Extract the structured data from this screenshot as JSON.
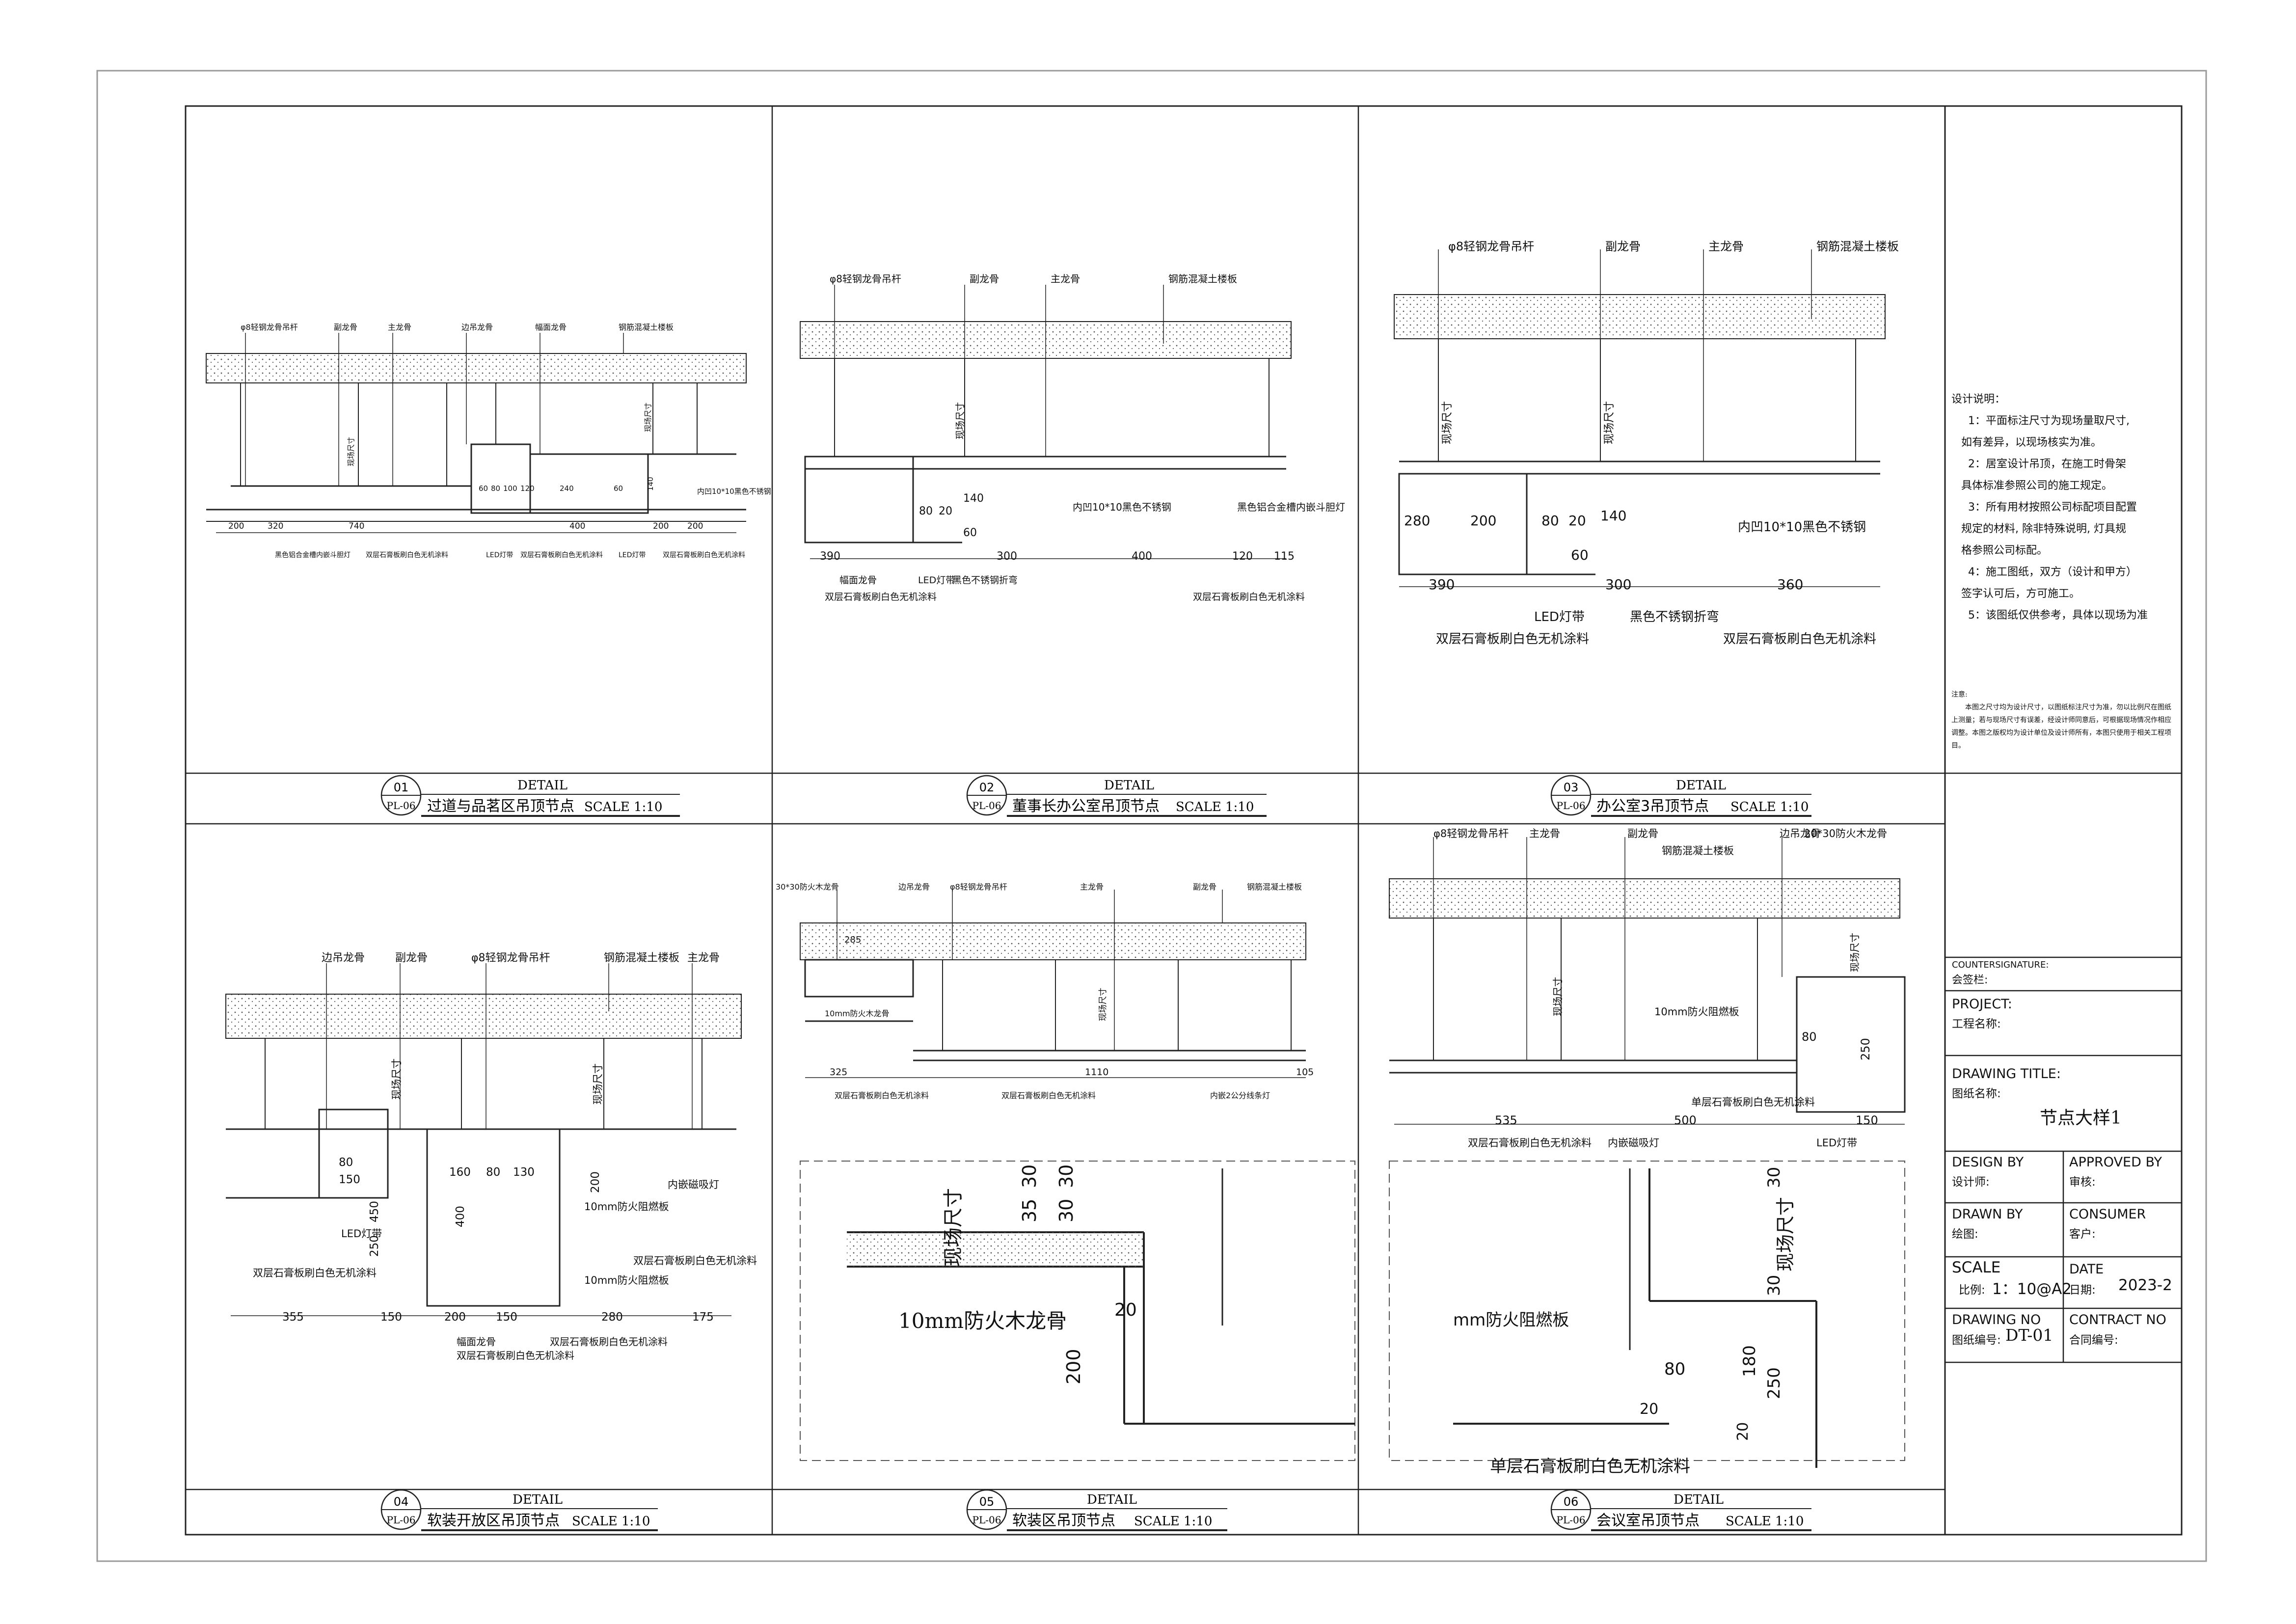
{
  "panels": [
    {
      "number": "01",
      "sheet_ref": "PL-06",
      "detail_label": "DETAIL",
      "title": "过道与品茗区吊顶节点",
      "scale": "SCALE 1:10",
      "callouts_top": [
        "φ8轻钢龙骨吊杆",
        "副龙骨",
        "主龙骨",
        "边吊龙骨",
        "幅面龙骨",
        "钢筋混凝土楼板"
      ],
      "callouts_right": [
        "内凹10*10黑色不锈钢"
      ],
      "callouts_bottom": [
        "黑色铝合金槽内嵌斗胆灯",
        "双层石膏板刷白色无机涂料",
        "LED灯带",
        "双层石膏板刷白色无机涂料",
        "LED灯带",
        "双层石膏板刷白色无机涂料"
      ],
      "dims_bottom": [
        "200",
        "320",
        "740",
        "400",
        "200",
        "200"
      ],
      "dims_mid": [
        "60",
        "80",
        "100",
        "120",
        "240",
        "60"
      ],
      "dims_vertical": [
        "现场尺寸",
        "现场尺寸",
        "140"
      ]
    },
    {
      "number": "02",
      "sheet_ref": "PL-06",
      "detail_label": "DETAIL",
      "title": "董事长办公室吊顶节点",
      "scale": "SCALE 1:10",
      "callouts_top": [
        "φ8轻钢龙骨吊杆",
        "副龙骨",
        "主龙骨",
        "钢筋混凝土楼板"
      ],
      "callouts_mid": [
        "内凹10*10黑色不锈钢",
        "黑色铝合金槽内嵌斗胆灯"
      ],
      "callouts_bottom": [
        "幅面龙骨",
        "LED灯带",
        "黑色不锈钢折弯",
        "双层石膏板刷白色无机涂料",
        "双层石膏板刷白色无机涂料"
      ],
      "dims_bottom": [
        "390",
        "300",
        "400",
        "120",
        "115"
      ],
      "dims_mid": [
        "80",
        "20",
        "140",
        "60"
      ],
      "dims_vertical": [
        "现场尺寸"
      ]
    },
    {
      "number": "03",
      "sheet_ref": "PL-06",
      "detail_label": "DETAIL",
      "title": "办公室3吊顶节点",
      "scale": "SCALE 1:10",
      "callouts_top": [
        "φ8轻钢龙骨吊杆",
        "副龙骨",
        "主龙骨",
        "钢筋混凝土楼板"
      ],
      "callouts_mid": [
        "内凹10*10黑色不锈钢"
      ],
      "callouts_bottom": [
        "LED灯带",
        "黑色不锈钢折弯",
        "双层石膏板刷白色无机涂料",
        "双层石膏板刷白色无机涂料"
      ],
      "dims_bottom": [
        "390",
        "300",
        "360"
      ],
      "dims_mid": [
        "280",
        "200",
        "80",
        "20",
        "140",
        "60"
      ],
      "dims_vertical": [
        "现场尺寸",
        "现场尺寸"
      ]
    },
    {
      "number": "04",
      "sheet_ref": "PL-06",
      "detail_label": "DETAIL",
      "title": "软装开放区吊顶节点",
      "scale": "SCALE 1:10",
      "callouts_top": [
        "边吊龙骨",
        "副龙骨",
        "φ8轻钢龙骨吊杆",
        "钢筋混凝土楼板",
        "主龙骨"
      ],
      "callouts_right": [
        "内嵌磁吸灯",
        "10mm防火阻燃板",
        "双层石膏板刷白色无机涂料",
        "10mm防火阻燃板"
      ],
      "callouts_left": [
        "LED灯带",
        "双层石膏板刷白色无机涂料"
      ],
      "callouts_bottom": [
        "幅面龙骨",
        "双层石膏板刷白色无机涂料",
        "双层石膏板刷白色无机涂料"
      ],
      "dims_bottom": [
        "355",
        "150",
        "200",
        "150",
        "280",
        "175"
      ],
      "dims_mid": [
        "80",
        "150",
        "160",
        "80",
        "130",
        "400",
        "200"
      ],
      "dims_vertical": [
        "250",
        "450",
        "现场尺寸",
        "现场尺寸"
      ]
    },
    {
      "number": "05",
      "sheet_ref": "PL-06",
      "detail_label": "DETAIL",
      "title": "软装区吊顶节点",
      "scale": "SCALE 1:10",
      "callouts_top": [
        "30*30防火木龙骨",
        "边吊龙骨",
        "φ8轻钢龙骨吊杆",
        "主龙骨",
        "副龙骨",
        "钢筋混凝土楼板"
      ],
      "callouts_left": [
        "10mm防火木龙骨"
      ],
      "callouts_bottom": [
        "双层石膏板刷白色无机涂料",
        "双层石膏板刷白色无机涂料",
        "内嵌2公分线条灯"
      ],
      "dims_bottom": [
        "325",
        "1110",
        "105"
      ],
      "dims_top": [
        "285"
      ],
      "dims_vertical": [
        "现场尺寸"
      ],
      "enlarged_callouts": [
        "10mm防火木龙骨"
      ],
      "enlarged_dims": [
        "30",
        "35",
        "30",
        "30",
        "20",
        "200"
      ],
      "enlarged_vertical": [
        "现场尺寸"
      ]
    },
    {
      "number": "06",
      "sheet_ref": "PL-06",
      "detail_label": "DETAIL",
      "title": "会议室吊顶节点",
      "scale": "SCALE 1:10",
      "callouts_top": [
        "φ8轻钢龙骨吊杆",
        "主龙骨",
        "副龙骨",
        "钢筋混凝土楼板",
        "边吊龙骨",
        "30*30防火木龙骨"
      ],
      "callouts_mid": [
        "10mm防火阻燃板",
        "单层石膏板刷白色无机涂料"
      ],
      "callouts_bottom": [
        "双层石膏板刷白色无机涂料",
        "内嵌磁吸灯",
        "LED灯带"
      ],
      "dims_bottom": [
        "535",
        "500",
        "150"
      ],
      "dims_mid": [
        "80",
        "250"
      ],
      "dims_vertical": [
        "现场尺寸",
        "现场尺寸"
      ],
      "enlarged_callouts": [
        "mm防火阻燃板",
        "单层石膏板刷白色无机涂料"
      ],
      "enlarged_dims": [
        "30",
        "30",
        "80",
        "180",
        "20",
        "250",
        "20"
      ],
      "enlarged_vertical": [
        "现场尺寸"
      ]
    }
  ],
  "design_notes": {
    "heading": "设计说明：",
    "lines": [
      "1：平面标注尺寸为现场量取尺寸,",
      "如有差异，以现场核实为准。",
      "2：居室设计吊顶，在施工时骨架",
      "具体标准参照公司的施工规定。",
      "3：所有用材按照公司标配项目配置",
      "规定的材料, 除非特殊说明, 灯具规",
      "格参照公司标配。",
      "4：施工图纸，双方（设计和甲方）",
      "签字认可后，方可施工。",
      "5：该图纸仅供参考，具体以现场为准"
    ]
  },
  "remark": {
    "heading": "注意:",
    "text": "本图之尺寸均为设计尺寸，以图纸标注尺寸为准，勿以比例尺在图纸上测量；若与现场尺寸有误差，经设计师同意后，可根据现场情况作相应调整。本图之版权均为设计单位及设计师所有，本图只使用于相关工程项目。"
  },
  "title_block": {
    "countersignature_label": "COUNTERSIGNATURE:",
    "countersignature_cn": "会签栏:",
    "project_label": "PROJECT:",
    "project_cn": "工程名称:",
    "drawing_title_label": "DRAWING TITLE:",
    "drawing_title_cn": "图纸名称:",
    "drawing_title_value": "节点大样1",
    "design_by_label": "DESIGN BY",
    "design_by_cn": "设计师:",
    "approved_by_label": "APPROVED BY",
    "approved_by_cn": "审核:",
    "drawn_by_label": "DRAWN BY",
    "drawn_by_cn": "绘图:",
    "consumer_label": "CONSUMER",
    "consumer_cn": "客户:",
    "scale_label": "SCALE",
    "scale_cn": "比例:",
    "scale_value": "1：10@A2",
    "date_label": "DATE",
    "date_cn": "日期:",
    "date_value": "2023-2",
    "drawing_no_label": "DRAWING NO",
    "drawing_no_cn": "图纸编号:",
    "drawing_no_value": "DT-01",
    "contract_no_label": "CONTRACT NO",
    "contract_no_cn": "合同编号:"
  }
}
